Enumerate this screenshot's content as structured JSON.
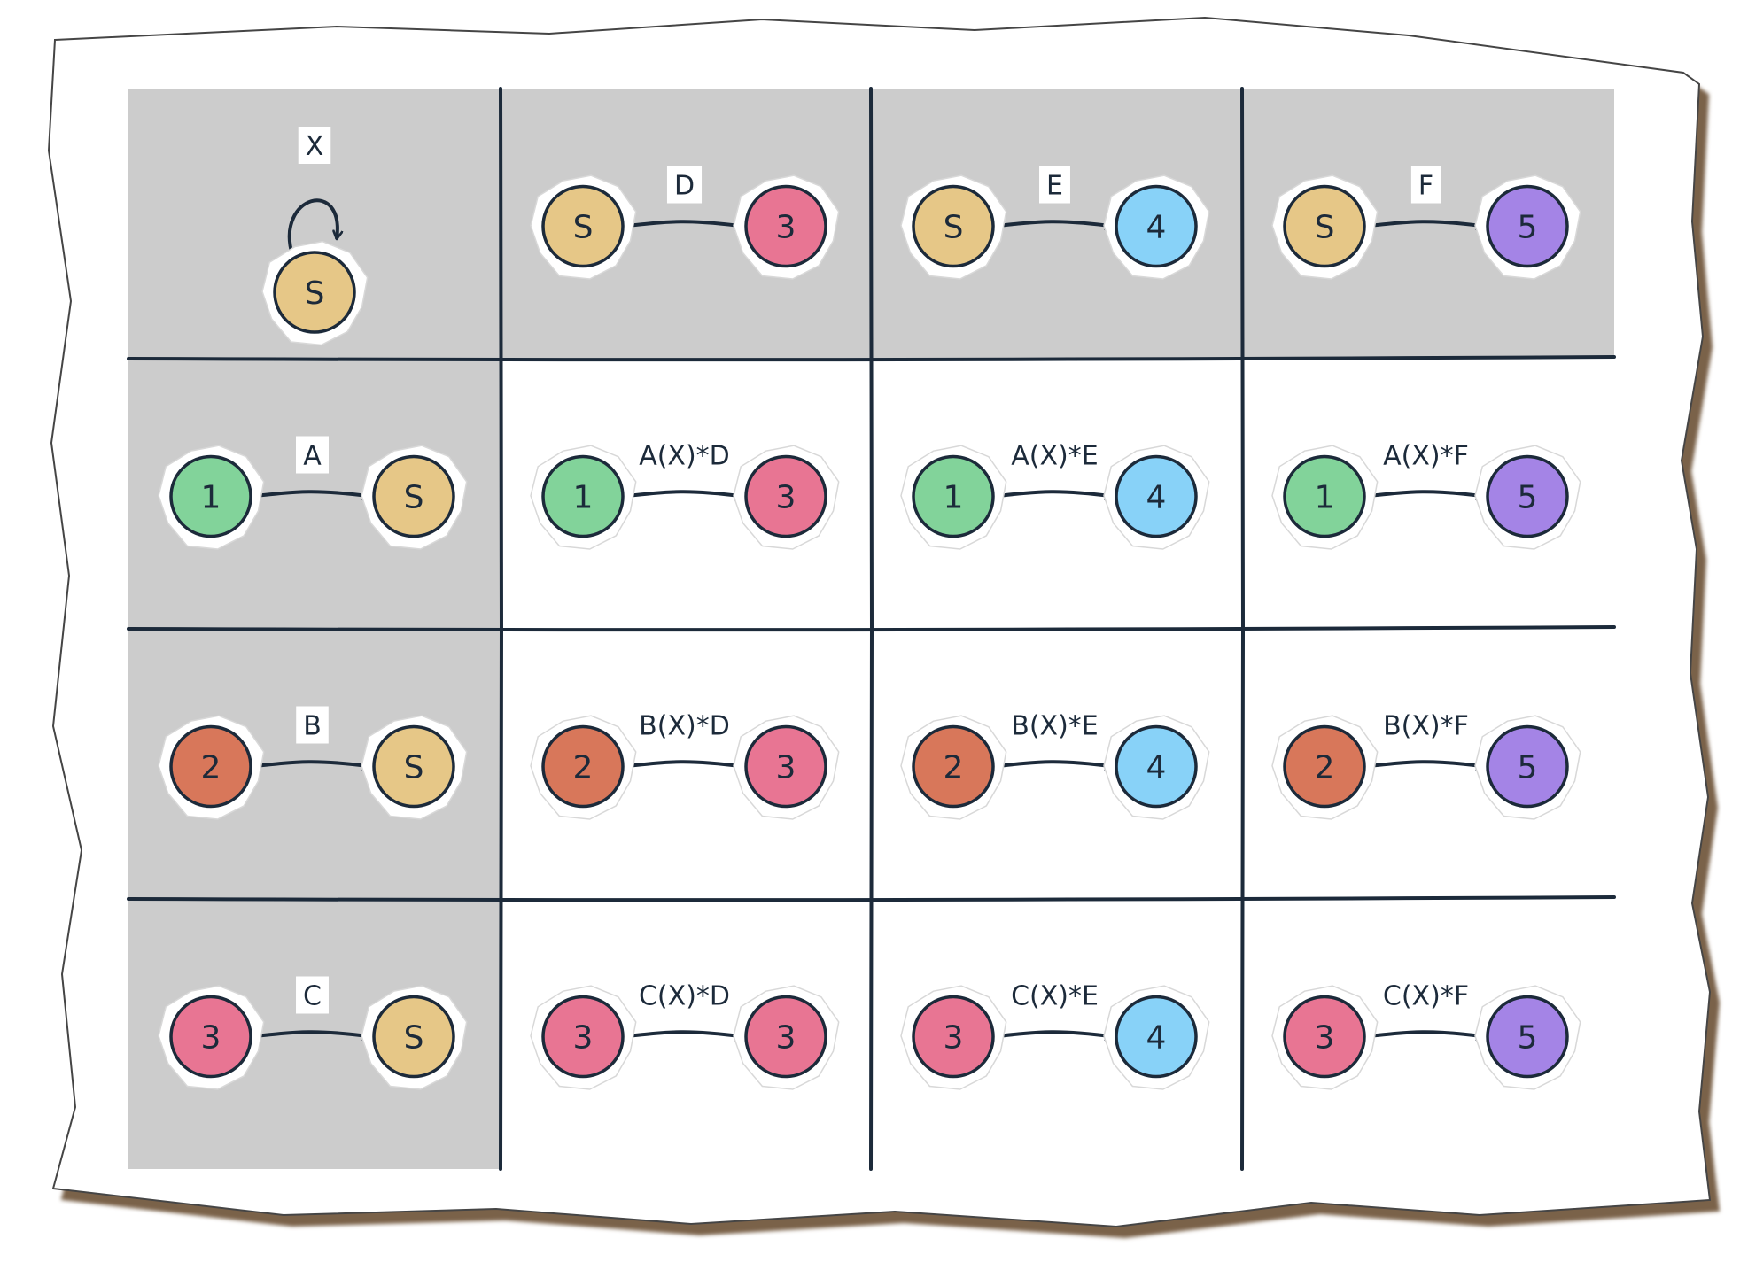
{
  "colors": {
    "source": "#e6c787",
    "n1": "#82d39a",
    "n2": "#d8775a",
    "n3": "#e87593",
    "n4": "#88d2f8",
    "n5": "#a484e6",
    "shade": "#cccccc",
    "ink": "#1c2a3a",
    "paper_edge": "#7a6249"
  },
  "header_row": {
    "self_loop": {
      "node": "S",
      "label": "X",
      "color": "source"
    },
    "cells": [
      {
        "from": "S",
        "from_color": "source",
        "to": "3",
        "to_color": "n3",
        "label": "D"
      },
      {
        "from": "S",
        "from_color": "source",
        "to": "4",
        "to_color": "n4",
        "label": "E"
      },
      {
        "from": "S",
        "from_color": "source",
        "to": "5",
        "to_color": "n5",
        "label": "F"
      }
    ]
  },
  "rows": [
    {
      "head": {
        "from": "1",
        "from_color": "n1",
        "to": "S",
        "to_color": "source",
        "label": "A"
      },
      "cells": [
        {
          "from": "1",
          "from_color": "n1",
          "to": "3",
          "to_color": "n3",
          "label": "A(X)*D"
        },
        {
          "from": "1",
          "from_color": "n1",
          "to": "4",
          "to_color": "n4",
          "label": "A(X)*E"
        },
        {
          "from": "1",
          "from_color": "n1",
          "to": "5",
          "to_color": "n5",
          "label": "A(X)*F"
        }
      ]
    },
    {
      "head": {
        "from": "2",
        "from_color": "n2",
        "to": "S",
        "to_color": "source",
        "label": "B"
      },
      "cells": [
        {
          "from": "2",
          "from_color": "n2",
          "to": "3",
          "to_color": "n3",
          "label": "B(X)*D"
        },
        {
          "from": "2",
          "from_color": "n2",
          "to": "4",
          "to_color": "n4",
          "label": "B(X)*E"
        },
        {
          "from": "2",
          "from_color": "n2",
          "to": "5",
          "to_color": "n5",
          "label": "B(X)*F"
        }
      ]
    },
    {
      "head": {
        "from": "3",
        "from_color": "n3",
        "to": "S",
        "to_color": "source",
        "label": "C"
      },
      "cells": [
        {
          "from": "3",
          "from_color": "n3",
          "to": "3",
          "to_color": "n3",
          "label": "C(X)*D"
        },
        {
          "from": "3",
          "from_color": "n3",
          "to": "4",
          "to_color": "n4",
          "label": "C(X)*E"
        },
        {
          "from": "3",
          "from_color": "n3",
          "to": "5",
          "to_color": "n5",
          "label": "C(X)*F"
        }
      ]
    }
  ]
}
